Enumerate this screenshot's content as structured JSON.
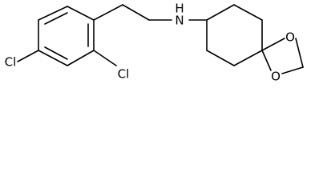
{
  "molecule": {
    "atom_labels": {
      "cl_left": "Cl",
      "cl_right": "Cl",
      "amine_n": "N",
      "amine_h": "H",
      "oxygen_top": "O",
      "oxygen_bottom": "O"
    }
  },
  "colors": {
    "bond": "#000000",
    "label": "#000000",
    "background": "#ffffff"
  }
}
